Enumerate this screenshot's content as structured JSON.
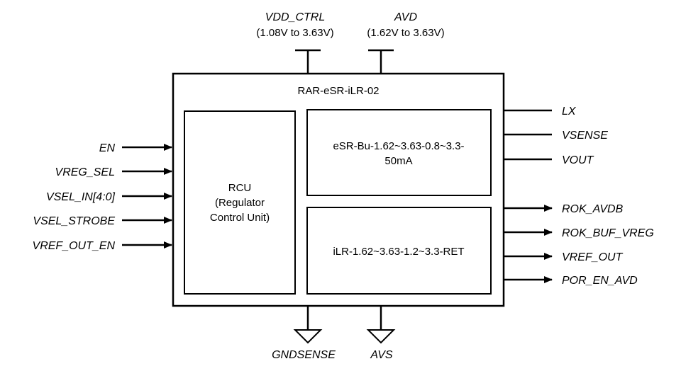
{
  "chip": {
    "name": "RAR-eSR-iLR-02",
    "rcu": {
      "line1": "RCU",
      "line2": "(Regulator",
      "line3": "Control Unit)"
    },
    "esr": {
      "line1": "eSR-Bu-1.62~3.63-0.8~3.3-",
      "line2": "50mA"
    },
    "ilr": {
      "line1": "iLR-1.62~3.63-1.2~3.3-RET"
    }
  },
  "supplies": [
    {
      "name": "VDD_CTRL",
      "range": "(1.08V to 3.63V)"
    },
    {
      "name": "AVD",
      "range": "(1.62V to 3.63V)"
    }
  ],
  "grounds": [
    {
      "name": "GNDSENSE"
    },
    {
      "name": "AVS"
    }
  ],
  "inputs": [
    {
      "name": "EN"
    },
    {
      "name": "VREG_SEL"
    },
    {
      "name": "VSEL_IN[4:0]"
    },
    {
      "name": "VSEL_STROBE"
    },
    {
      "name": "VREF_OUT_EN"
    }
  ],
  "outputs_plain": [
    {
      "name": "LX"
    },
    {
      "name": "VSENSE"
    },
    {
      "name": "VOUT"
    }
  ],
  "outputs_arrow": [
    {
      "name": "ROK_AVDB"
    },
    {
      "name": "ROK_BUF_VREG"
    },
    {
      "name": "VREF_OUT"
    },
    {
      "name": "POR_EN_AVD"
    }
  ]
}
